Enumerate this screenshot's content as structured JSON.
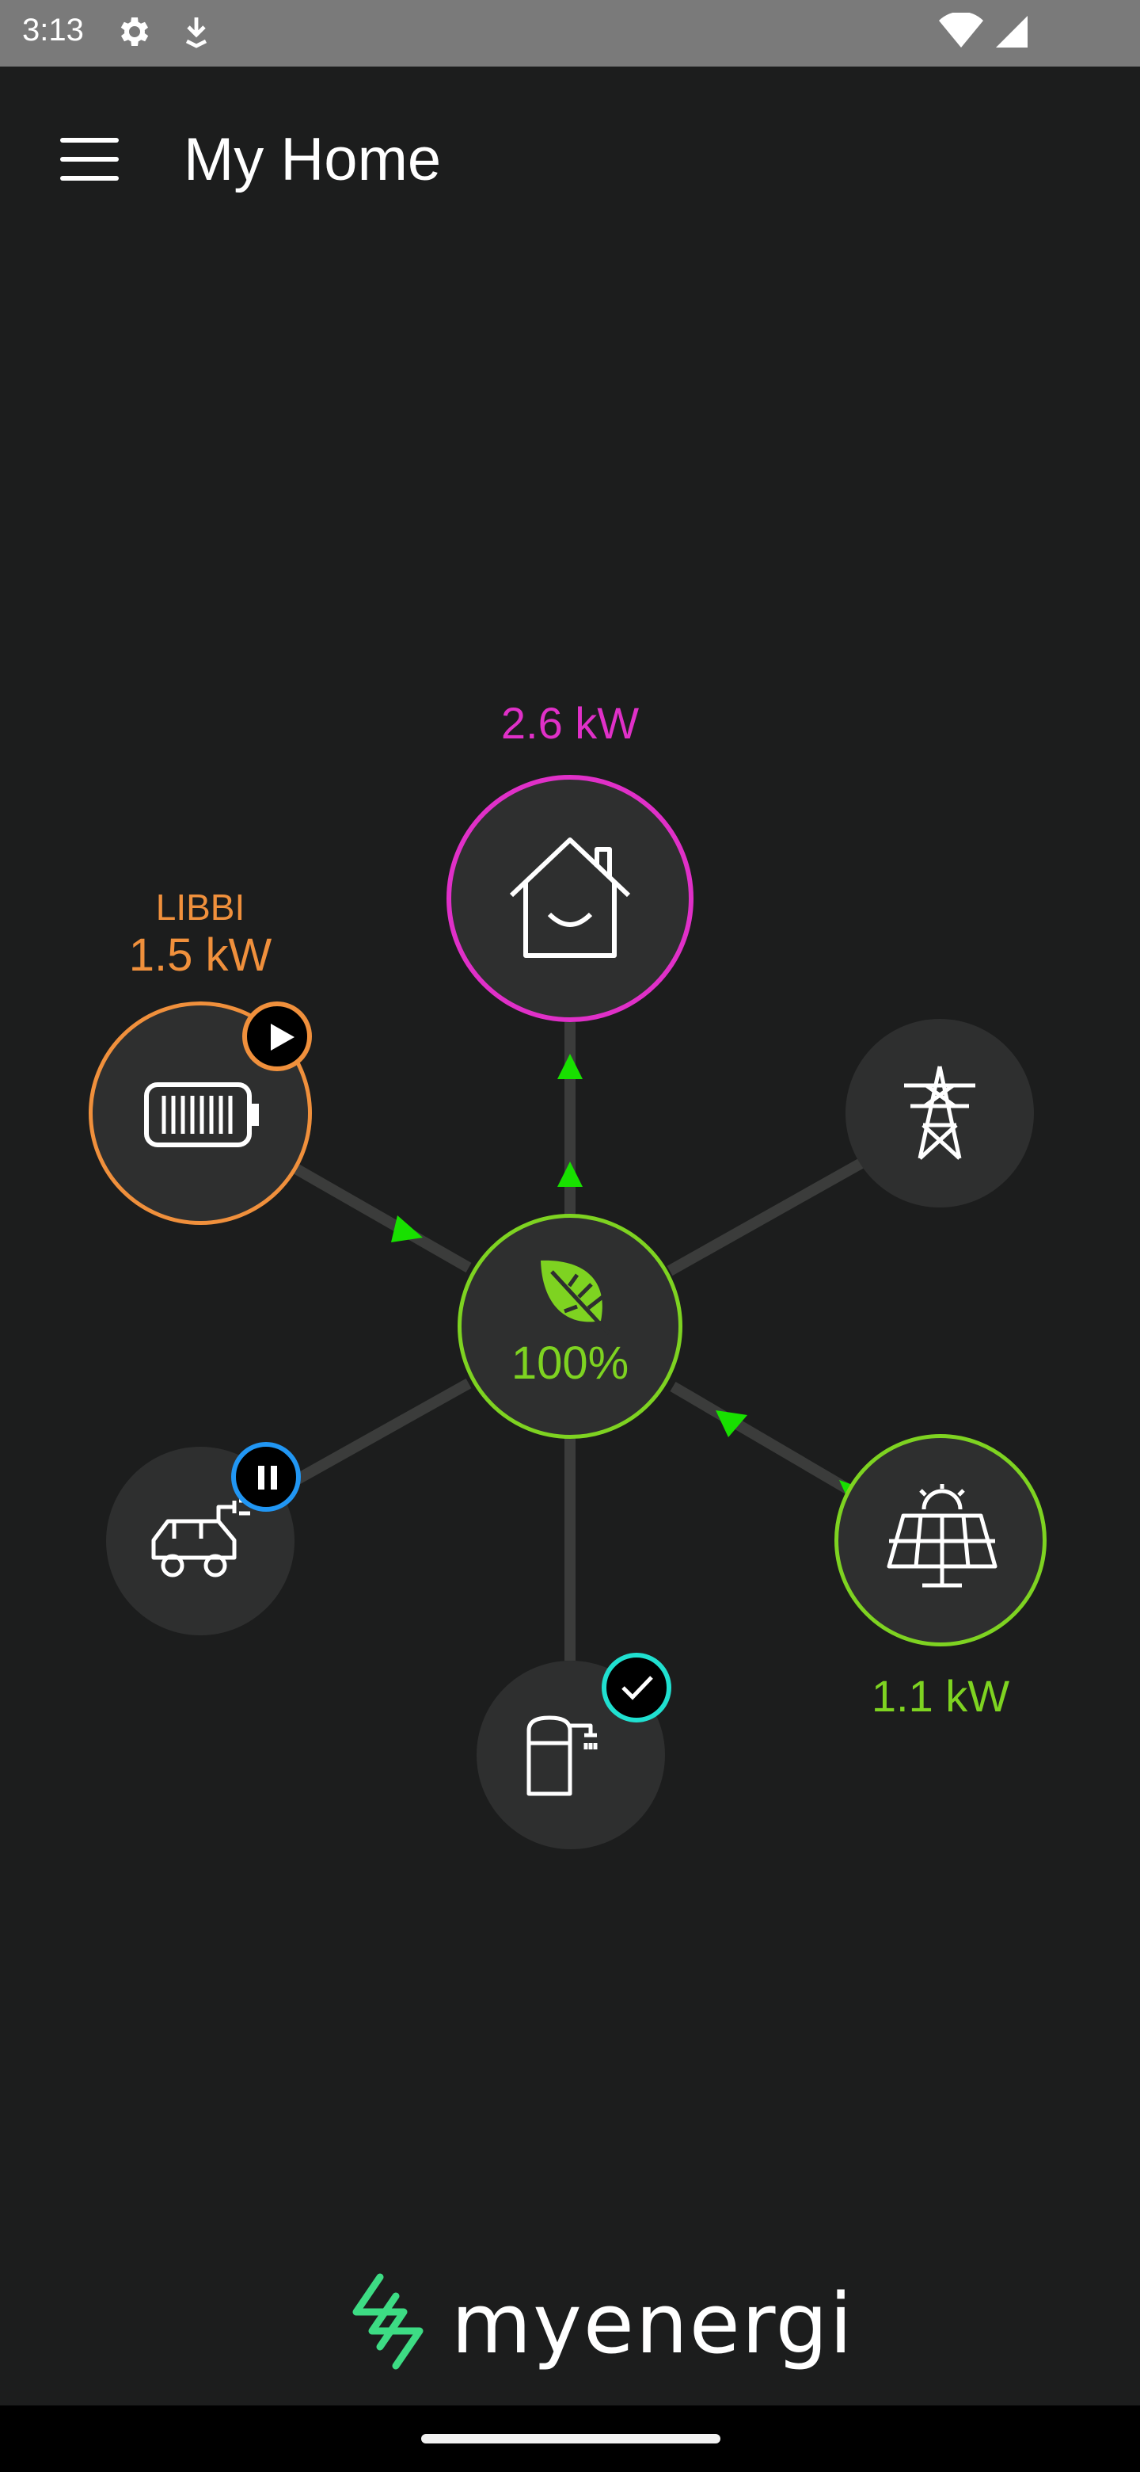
{
  "status_bar": {
    "time": "3:13",
    "icons": [
      "gear-icon",
      "download-icon",
      "wifi-icon",
      "signal-icon"
    ]
  },
  "app_bar": {
    "title": "My Home",
    "menu_icon": "hamburger-menu-icon"
  },
  "center": {
    "green_percent": "100%",
    "icon": "leaf-icon",
    "color": "#7ed321"
  },
  "house": {
    "power": "2.6 kW",
    "icon": "house-smile-icon",
    "color": "#e030c8"
  },
  "battery": {
    "name": "LIBBI",
    "power": "1.5 kW",
    "icon": "battery-icon",
    "badge_icon": "play-icon",
    "color": "#f0903c"
  },
  "grid": {
    "icon": "pylon-icon"
  },
  "solar": {
    "power": "1.1 kW",
    "icon": "solar-panel-icon",
    "color": "#7ed321"
  },
  "ev_charger": {
    "icon": "car-charger-icon",
    "badge_icon": "pause-icon",
    "badge_color": "#2196f3"
  },
  "water_heater": {
    "icon": "water-tank-icon",
    "badge_icon": "check-icon",
    "badge_color": "#20e0d0"
  },
  "brand": {
    "name": "myenergi",
    "logo_icon": "myenergi-logo-icon",
    "color": "#3ddc84"
  }
}
